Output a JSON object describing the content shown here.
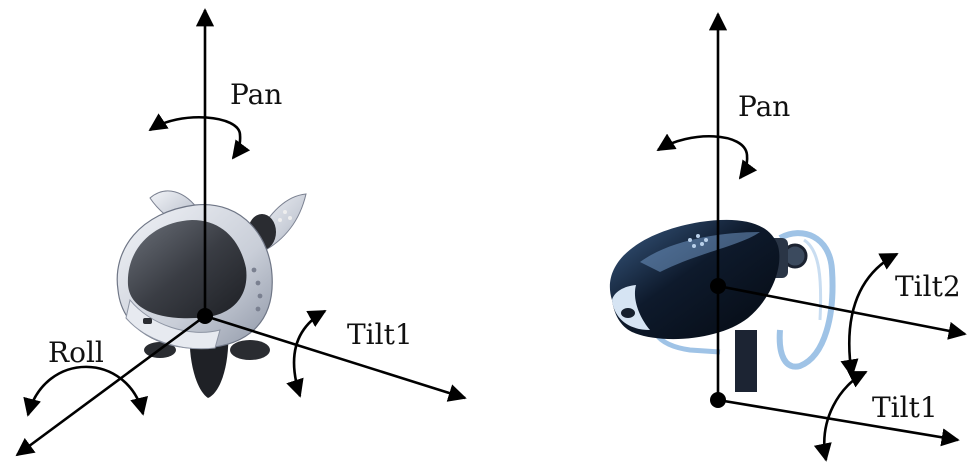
{
  "left_robot": {
    "labels": {
      "pan": "Pan",
      "roll": "Roll",
      "tilt1": "Tilt1"
    },
    "body_color": "#3a3d44",
    "trim_color": "#c9ced8"
  },
  "right_robot": {
    "labels": {
      "pan": "Pan",
      "tilt2": "Tilt2",
      "tilt1": "Tilt1"
    },
    "body_color": "#0e1a2c",
    "trim_color": "#9fc3e6"
  }
}
